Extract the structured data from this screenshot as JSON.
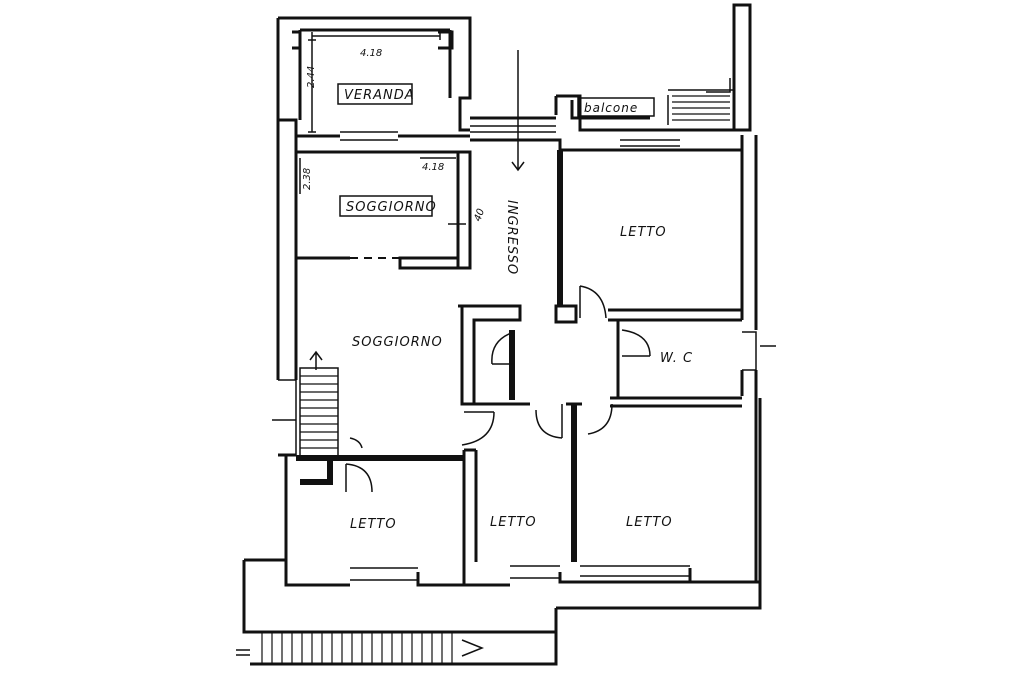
{
  "rooms": {
    "veranda": "VERANDA",
    "balcone": "balcone",
    "soggiorno_upper": "SOGGIORNO",
    "ingresso": "INGRESSO",
    "letto_ne": "LETTO",
    "soggiorno_main": "SOGGIORNO",
    "wc": "W. C",
    "letto_sw": "LETTO",
    "letto_s": "LETTO",
    "letto_se": "LETTO"
  },
  "dimensions": {
    "veranda_width": "4.18",
    "veranda_depth": "2.44",
    "soggiorno_width": "4.18",
    "soggiorno_depth": "2.38",
    "opening": "40"
  }
}
